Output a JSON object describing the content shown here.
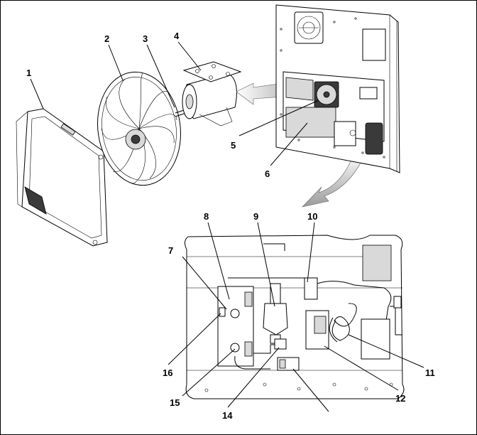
{
  "callouts": [
    {
      "id": "1",
      "label": "1"
    },
    {
      "id": "2",
      "label": "2"
    },
    {
      "id": "3",
      "label": "3"
    },
    {
      "id": "4",
      "label": "4"
    },
    {
      "id": "5",
      "label": "5"
    },
    {
      "id": "6",
      "label": "6"
    },
    {
      "id": "7",
      "label": "7"
    },
    {
      "id": "8",
      "label": "8"
    },
    {
      "id": "9",
      "label": "9"
    },
    {
      "id": "10",
      "label": "10"
    },
    {
      "id": "11",
      "label": "11"
    },
    {
      "id": "12",
      "label": "12"
    },
    {
      "id": "14",
      "label": "14"
    },
    {
      "id": "15",
      "label": "15"
    },
    {
      "id": "16",
      "label": "16"
    }
  ],
  "colors": {
    "line": "#000000",
    "background": "#ffffff",
    "shade": "#d9d9d9",
    "arrow": "#bfbfbf"
  }
}
